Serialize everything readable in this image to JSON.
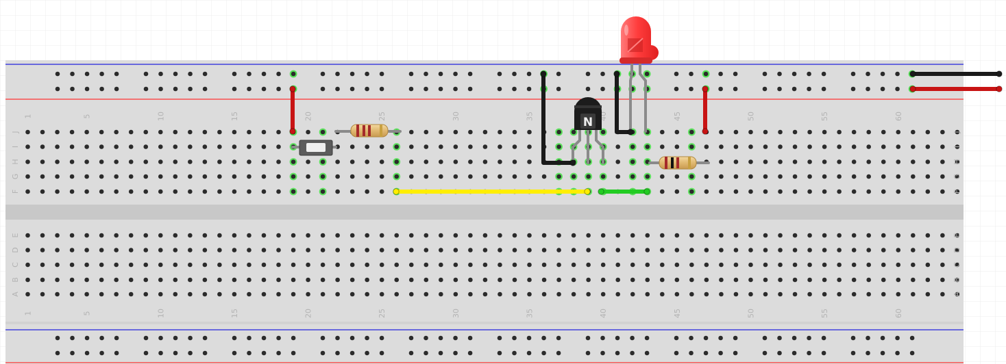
{
  "breadboard": {
    "column_numbers": [
      "1",
      "5",
      "10",
      "15",
      "20",
      "25",
      "30",
      "35",
      "40",
      "45",
      "50",
      "55",
      "60"
    ],
    "top_row_letters": [
      "J",
      "I",
      "H",
      "G",
      "F"
    ],
    "bottom_row_letters": [
      "E",
      "D",
      "C",
      "B",
      "A"
    ]
  },
  "components": {
    "transistor_marking": "N"
  },
  "colors": {
    "board": "#dcdcdc",
    "trough": "#c8c8c8",
    "rail_red": "#ff3333",
    "rail_blue": "#2222dd",
    "hole": "#2b2b2b",
    "hole_connected": "#48e048",
    "wire_red": "#c81414",
    "wire_black": "#1a1a1a",
    "wire_yellow": "#ffee00",
    "wire_green": "#22cc22",
    "led": "#ff4040",
    "lead": "#8a8a8a"
  }
}
